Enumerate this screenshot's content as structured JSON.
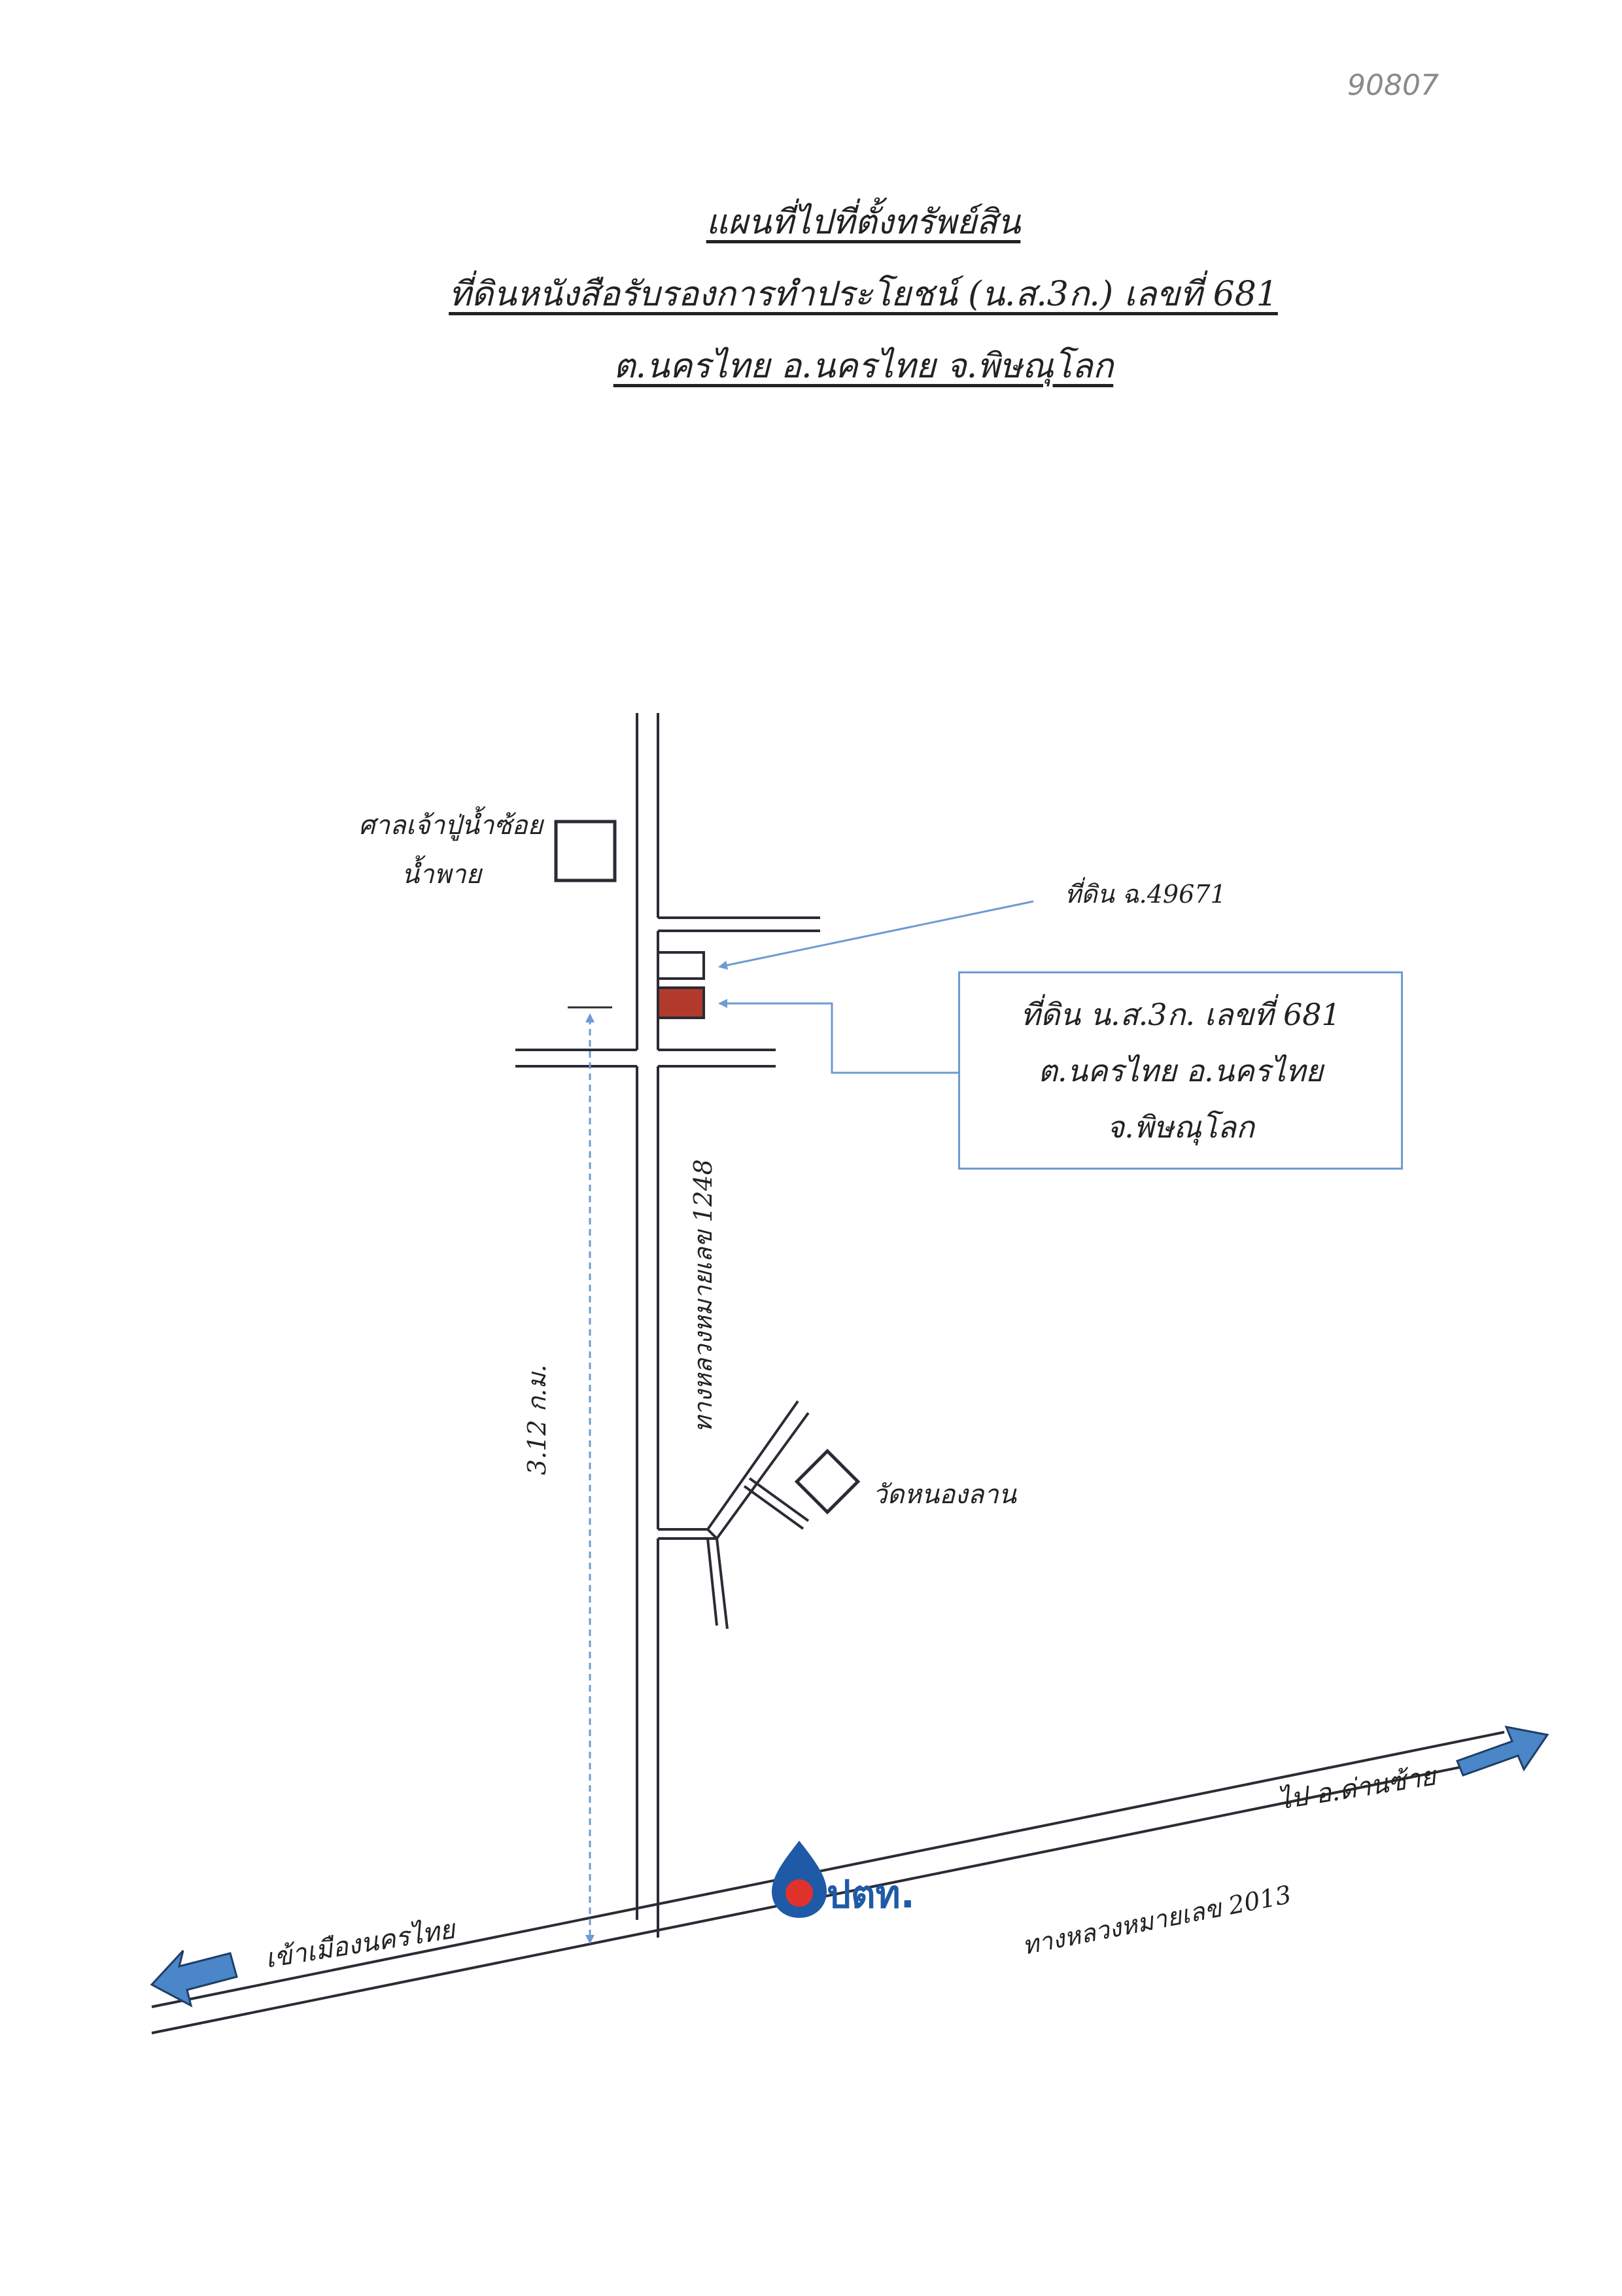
{
  "page_number": "90807",
  "title": {
    "line1": "แผนที่ไปที่ตั้งทรัพย์สิน",
    "line2": "ที่ดินหนังสือรับรองการทำประโยชน์ (น.ส.3ก.) เลขที่  681",
    "line3": "ต.นครไทย อ.นครไทย จ.พิษณุโลก"
  },
  "map": {
    "shrine_label_1": "ศาลเจ้าปู่น้ำซ้อย",
    "shrine_label_2": "น้ำพาย",
    "neighbor_plot_label": "ที่ดิน ฉ.49671",
    "callout": {
      "line1": "ที่ดิน น.ส.3ก. เลขที่  681",
      "line2": "ต.นครไทย อ.นครไทย",
      "line3": "จ.พิษณุโลก"
    },
    "highway_1248_label": "ทางหลวงหมายเลข 1248",
    "distance_label": "3.12 ก.ม.",
    "temple_label": "วัดหนองลาน",
    "to_dan_sai_label": "ไป อ.ด่านซ้าย",
    "to_town_label": "เข้าเมืองนครไทย",
    "highway_2013_label": "ทางหลวงหมายเลข 2013",
    "ptt_logo_text": "ปตท."
  },
  "colors": {
    "road": "#2b2b35",
    "callout_blue": "#6d9bd2",
    "arrow_blue": "#4a86c8",
    "subject_plot_red": "#b23a2c",
    "ptt_blue": "#1f5aa6",
    "ptt_red": "#e0322a"
  }
}
